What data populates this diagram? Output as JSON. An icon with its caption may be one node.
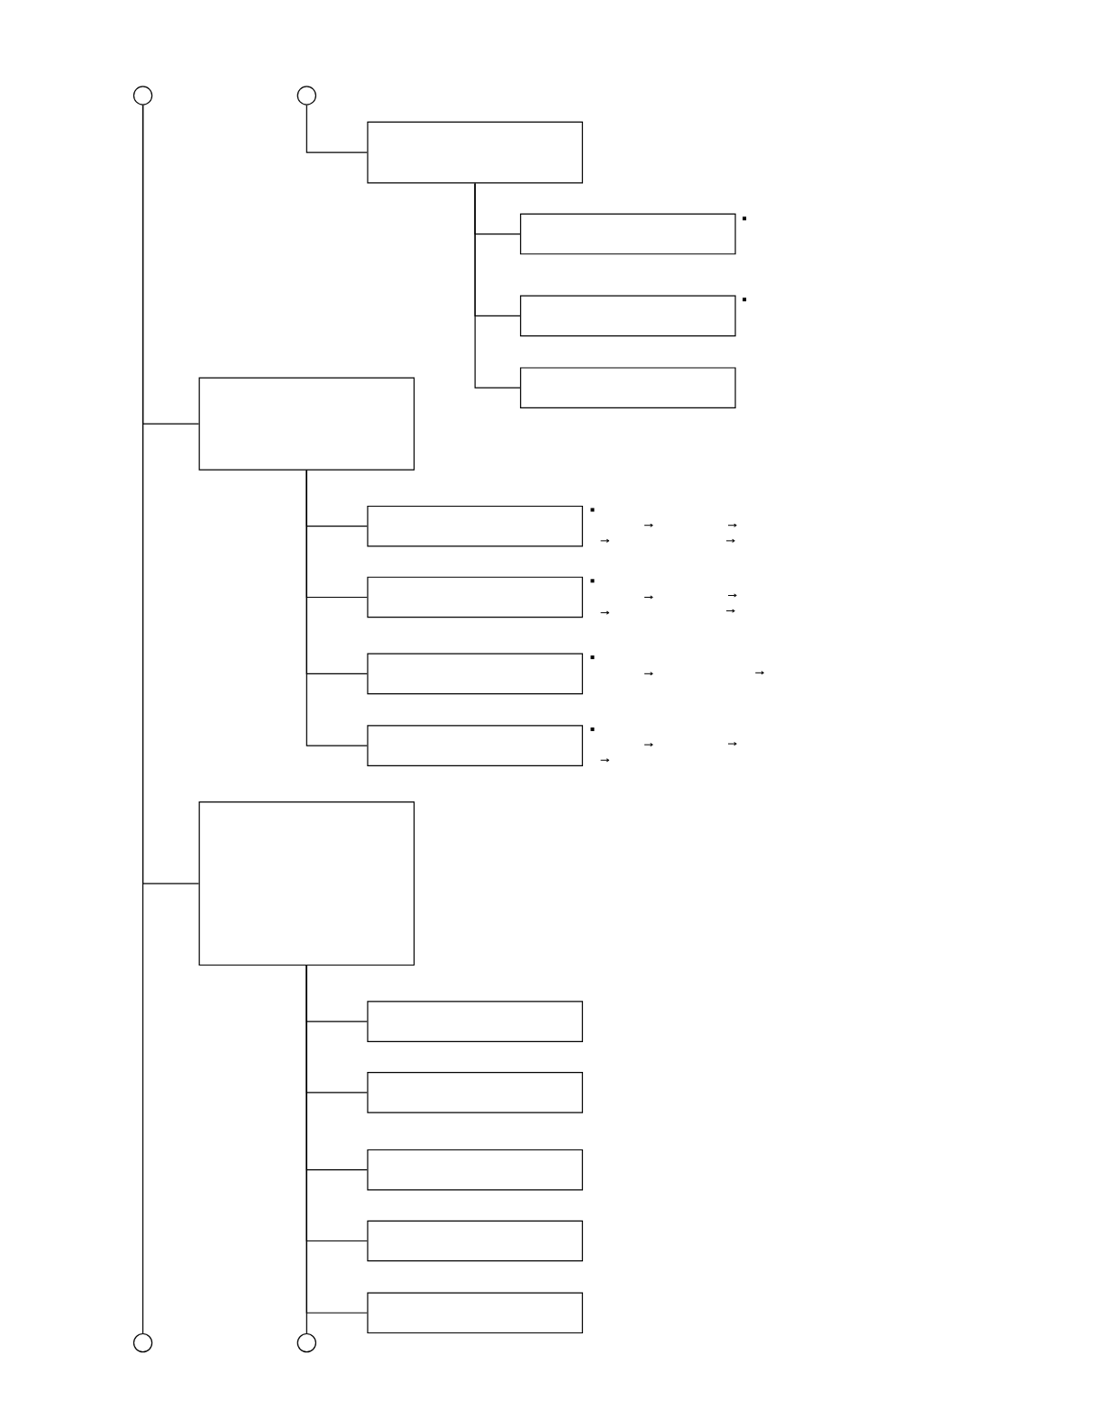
{
  "diagram": {
    "nodes": [
      {
        "text": [],
        "shape": "circle"
      },
      {
        "text": [],
        "shape": "circle"
      },
      {
        "text": [],
        "shape": "box"
      },
      {
        "text": [],
        "shape": "box"
      },
      {
        "text": [],
        "shape": "box"
      },
      {
        "text": [],
        "shape": "box"
      },
      {
        "text": [],
        "shape": "box"
      },
      {
        "text": [],
        "shape": "box"
      },
      {
        "text": [],
        "shape": "box"
      },
      {
        "text": [],
        "shape": "box"
      },
      {
        "text": [],
        "shape": "box"
      },
      {
        "text": [],
        "shape": "box"
      },
      {
        "text": [],
        "shape": "box"
      },
      {
        "text": [],
        "shape": "box"
      },
      {
        "text": [],
        "shape": "box"
      },
      {
        "text": [],
        "shape": "box"
      },
      {
        "text": [],
        "shape": "box"
      },
      {
        "text": [],
        "shape": "circle"
      },
      {
        "text": [],
        "shape": "circle"
      }
    ],
    "edges": [
      {
        "from": 0,
        "to": 17,
        "arrow": "none"
      },
      {
        "from": 0,
        "to": 6,
        "arrow": "none"
      },
      {
        "from": 0,
        "to": 11,
        "arrow": "none"
      },
      {
        "from": 1,
        "to": 2,
        "arrow": "none"
      },
      {
        "from": 2,
        "to": 3,
        "arrow": "none"
      },
      {
        "from": 2,
        "to": 4,
        "arrow": "none"
      },
      {
        "from": 2,
        "to": 5,
        "arrow": "none"
      },
      {
        "from": 6,
        "to": 7,
        "arrow": "none"
      },
      {
        "from": 6,
        "to": 8,
        "arrow": "none"
      },
      {
        "from": 6,
        "to": 9,
        "arrow": "none"
      },
      {
        "from": 6,
        "to": 10,
        "arrow": "none"
      },
      {
        "from": 11,
        "to": 12,
        "arrow": "none"
      },
      {
        "from": 11,
        "to": 13,
        "arrow": "none"
      },
      {
        "from": 11,
        "to": 14,
        "arrow": "none"
      },
      {
        "from": 11,
        "to": 15,
        "arrow": "none"
      },
      {
        "from": 11,
        "to": 16,
        "arrow": "none"
      },
      {
        "from": 11,
        "to": 18,
        "arrow": "none"
      }
    ]
  }
}
